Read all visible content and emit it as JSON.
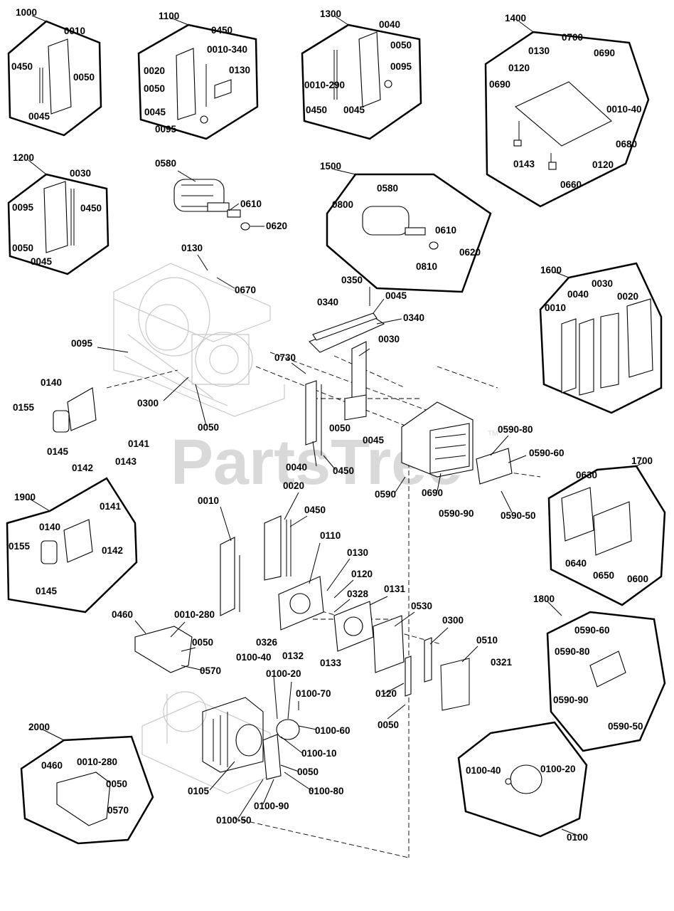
{
  "watermark": "PartsTree",
  "watermark_mark": "TM",
  "groups": [
    {
      "id": "g1000",
      "code": "1000",
      "parts": [
        "0010",
        "0450",
        "0050",
        "0045"
      ]
    },
    {
      "id": "g1100",
      "code": "1100",
      "parts": [
        "0450",
        "0010-340",
        "0130",
        "0020",
        "0050",
        "0045",
        "0095"
      ]
    },
    {
      "id": "g1300",
      "code": "1300",
      "parts": [
        "0040",
        "0050",
        "0095",
        "0010-290",
        "0450",
        "0045"
      ]
    },
    {
      "id": "g1400",
      "code": "1400",
      "parts": [
        "0700",
        "0130",
        "0690",
        "0120",
        "0690",
        "0010-40",
        "0680",
        "0143",
        "0120",
        "0660"
      ]
    },
    {
      "id": "g1200",
      "code": "1200",
      "parts": [
        "0030",
        "0095",
        "0450",
        "0050",
        "0045"
      ]
    },
    {
      "id": "g1500",
      "code": "1500",
      "parts": [
        "0580",
        "0800",
        "0610",
        "0620",
        "0810"
      ]
    },
    {
      "id": "g1600",
      "code": "1600",
      "parts": [
        "0040",
        "0030",
        "0010",
        "0020"
      ]
    },
    {
      "id": "g1700",
      "code": "1700",
      "parts": [
        "0630",
        "0640",
        "0650",
        "0600"
      ]
    },
    {
      "id": "g1900",
      "code": "1900",
      "parts": [
        "0141",
        "0140",
        "0155",
        "0142",
        "0145"
      ]
    },
    {
      "id": "g1800",
      "code": "1800",
      "parts": [
        "0590-60",
        "0590-80",
        "0590-90",
        "0590-50"
      ]
    },
    {
      "id": "g2000",
      "code": "2000",
      "parts": [
        "0460",
        "0010-280",
        "0050",
        "0570"
      ]
    },
    {
      "id": "g0100",
      "code": "0100",
      "parts": [
        "0100-40",
        "0100-20"
      ]
    }
  ],
  "loose_labels": [
    "0580",
    "0610",
    "0620",
    "0130",
    "0670",
    "0095",
    "0300",
    "0050",
    "0140",
    "0155",
    "0145",
    "0141",
    "0142",
    "0143",
    "0350",
    "0045",
    "0340",
    "0340",
    "0030",
    "0730",
    "0050",
    "0045",
    "0040",
    "0450",
    "0590-80",
    "0590-60",
    "0590",
    "0690",
    "0590-90",
    "0590-50",
    "0010",
    "0020",
    "0450",
    "0110",
    "0130",
    "0120",
    "0328",
    "0131",
    "0460",
    "0010-280",
    "0050",
    "0570",
    "0326",
    "0132",
    "0133",
    "0530",
    "0300",
    "0510",
    "0321",
    "0100-40",
    "0100-20",
    "0100-70",
    "0100-60",
    "0100-10",
    "0050",
    "0120",
    "0050",
    "0105",
    "0100-90",
    "0100-80",
    "0100-50"
  ]
}
